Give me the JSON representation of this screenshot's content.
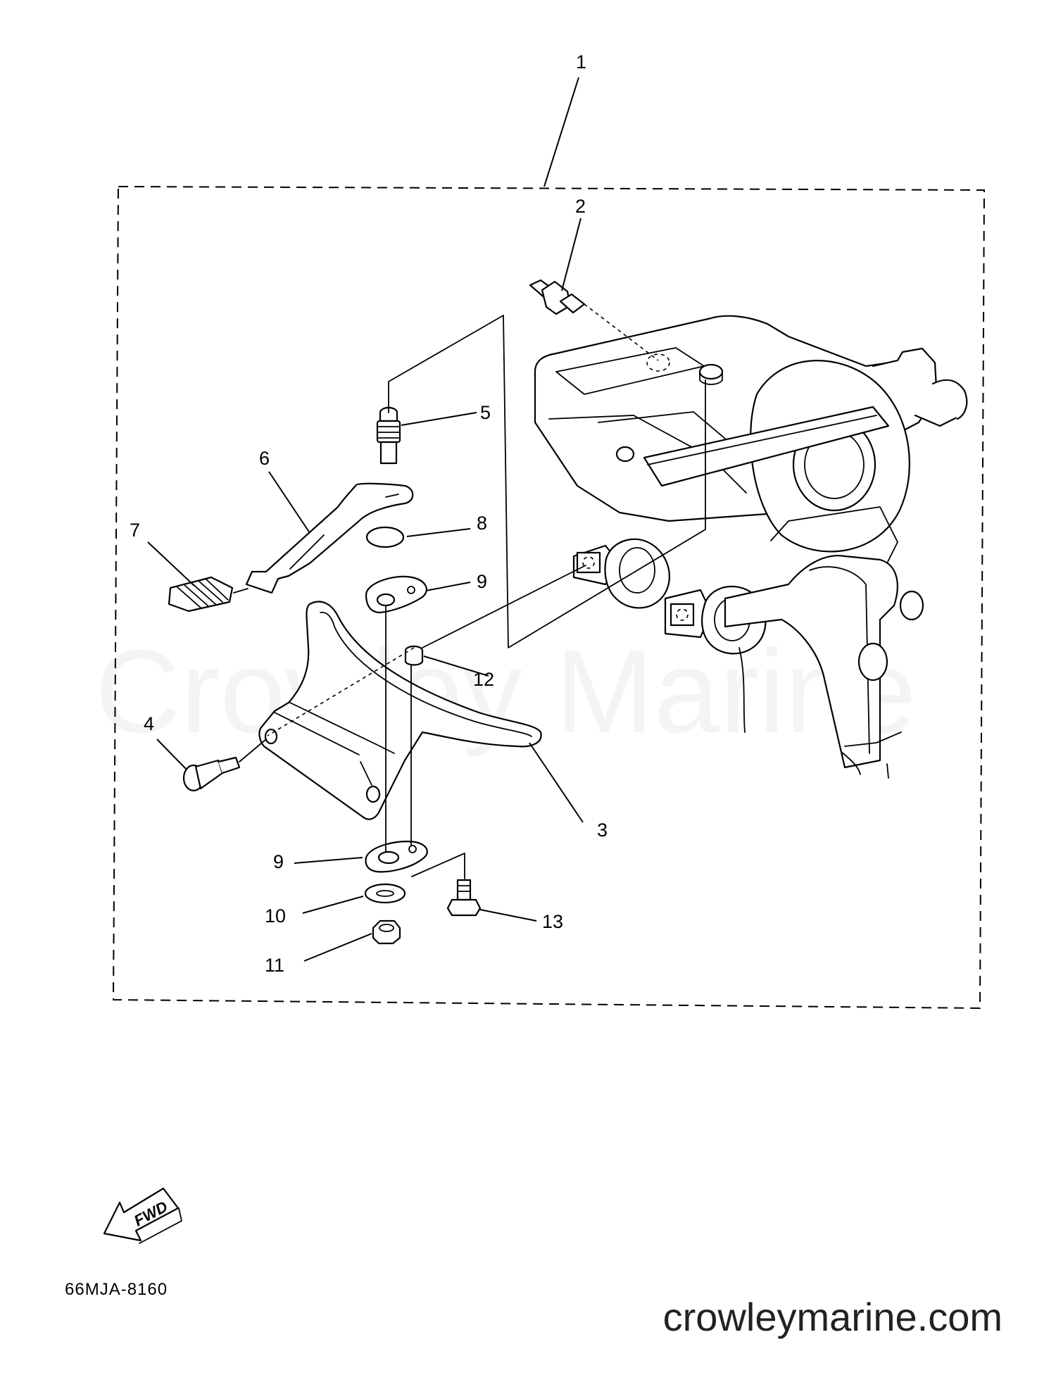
{
  "diagram": {
    "figure_code": "66MJA-8160",
    "watermark": "Crowley Marine",
    "site_url": "crowleymarine.com",
    "fwd_label": "FWD",
    "callouts": [
      {
        "id": "1",
        "label": "1"
      },
      {
        "id": "2",
        "label": "2"
      },
      {
        "id": "3",
        "label": "3"
      },
      {
        "id": "4",
        "label": "4"
      },
      {
        "id": "5",
        "label": "5"
      },
      {
        "id": "6",
        "label": "6"
      },
      {
        "id": "7",
        "label": "7"
      },
      {
        "id": "8",
        "label": "8"
      },
      {
        "id": "9a",
        "label": "9"
      },
      {
        "id": "9b",
        "label": "9"
      },
      {
        "id": "10",
        "label": "10"
      },
      {
        "id": "11",
        "label": "11"
      },
      {
        "id": "12",
        "label": "12"
      },
      {
        "id": "13",
        "label": "13"
      }
    ]
  }
}
